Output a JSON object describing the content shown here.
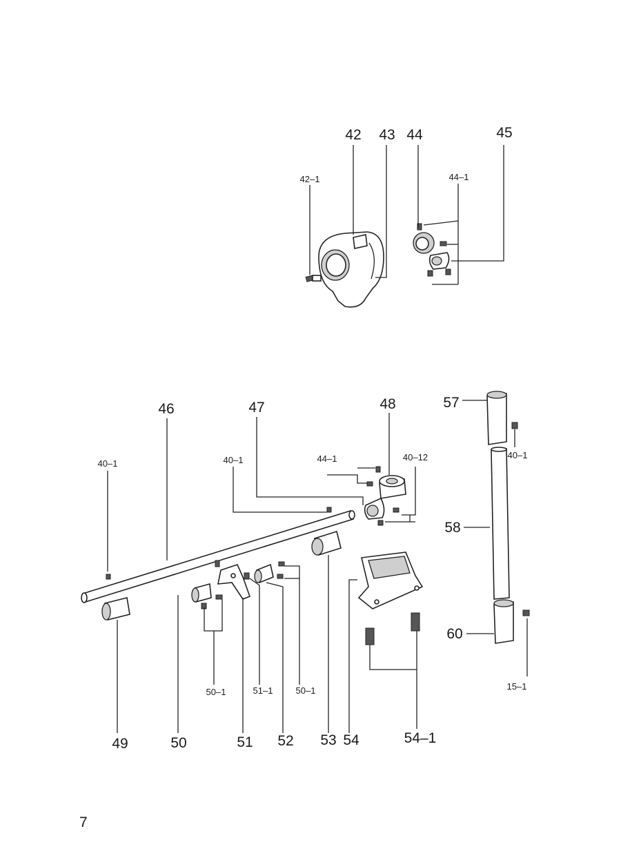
{
  "page_number": "7",
  "upper_group": {
    "labels": [
      "42",
      "43",
      "44",
      "45",
      "42–1",
      "44–1"
    ]
  },
  "lower_group": {
    "labels": [
      "46",
      "47",
      "48",
      "57",
      "40–1",
      "40–1",
      "44–1",
      "40–12",
      "40–1",
      "58",
      "60",
      "15–1",
      "50–1",
      "51–1",
      "50–1",
      "54–1",
      "49",
      "50",
      "51",
      "52",
      "53",
      "54"
    ]
  }
}
